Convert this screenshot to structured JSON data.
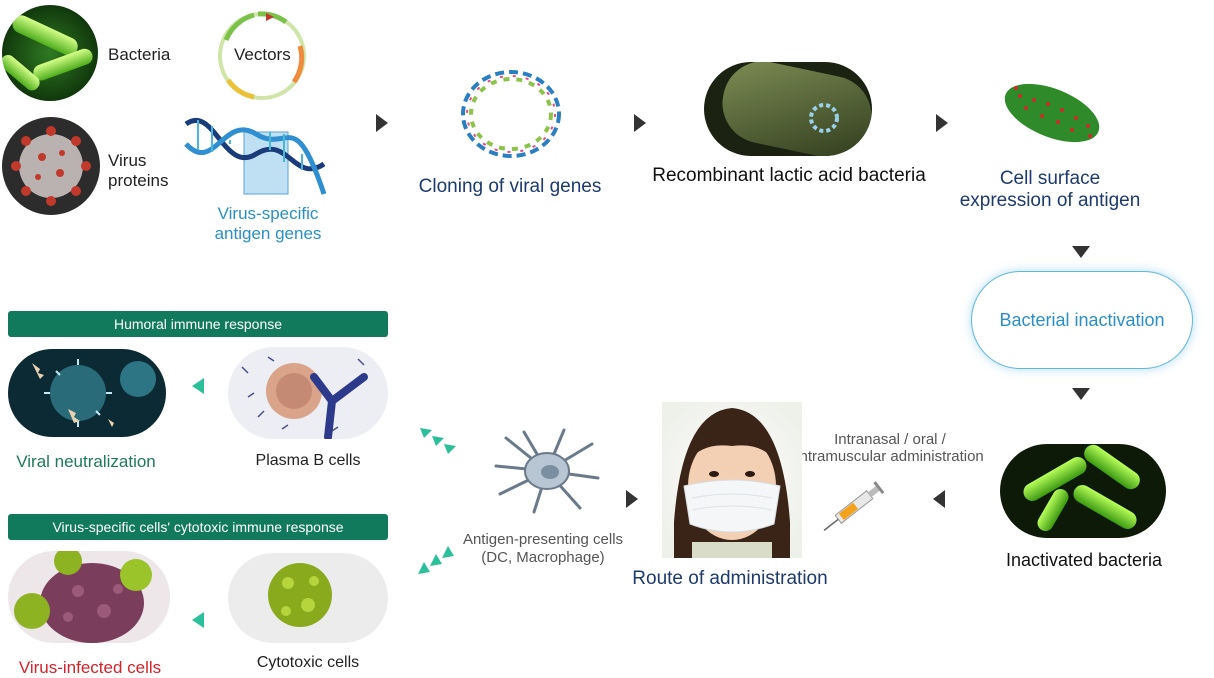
{
  "inputs": {
    "bacteria": "Bacteria",
    "vectors": "Vectors",
    "virus_proteins_l1": "Virus",
    "virus_proteins_l2": "proteins",
    "antigen_genes_l1": "Virus-specific",
    "antigen_genes_l2": "antigen genes"
  },
  "steps": {
    "cloning": "Cloning of viral genes",
    "recombinant": "Recombinant lactic acid bacteria",
    "surface_l1": "Cell surface",
    "surface_l2": "expression of antigen",
    "inactivation": "Bacterial inactivation",
    "inactivated": "Inactivated bacteria",
    "admin_l1": "Intranasal / oral /",
    "admin_l2": "intramuscular administration",
    "route": "Route of administration",
    "apc_l1": "Antigen-presenting cells",
    "apc_l2": "(DC, Macrophage)"
  },
  "responses": {
    "humoral_title": "Humoral immune response",
    "plasma": "Plasma B cells",
    "neutralization": "Viral neutralization",
    "cytotoxic_title": "Virus-specific cells' cytotoxic immune response",
    "cytotoxic_cells": "Cytotoxic cells",
    "infected": "Virus-infected cells"
  },
  "colors": {
    "navy": "#1d3a6e",
    "blue": "#2a8fc6",
    "banner_green": "#127a5c",
    "teal_arrow": "#2bbf9a",
    "red": "#d4232a"
  }
}
